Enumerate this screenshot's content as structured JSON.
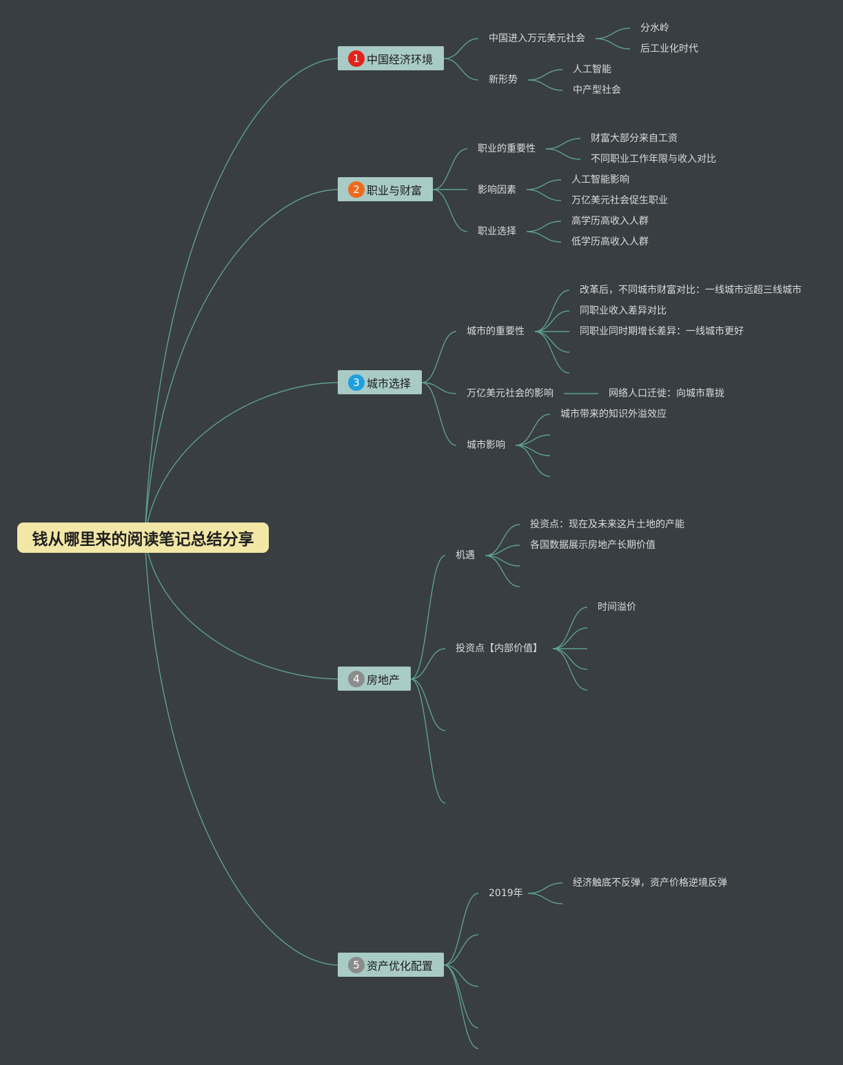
{
  "root": {
    "label": "钱从哪里来的阅读笔记总结分享"
  },
  "branches": [
    {
      "number": "1",
      "label": "中国经济环境",
      "badge_color": "#e2231a",
      "children": [
        {
          "label": "中国进入万元美元社会",
          "children": [
            "分水岭",
            "后工业化时代"
          ]
        },
        {
          "label": "新形势",
          "children": [
            "人工智能",
            "中产型社会"
          ]
        }
      ]
    },
    {
      "number": "2",
      "label": "职业与财富",
      "badge_color": "#ee6a1c",
      "children": [
        {
          "label": "职业的重要性",
          "children": [
            "财富大部分来自工资",
            "不同职业工作年限与收入对比"
          ]
        },
        {
          "label": "影响因素",
          "children": [
            "人工智能影响",
            "万亿美元社会促生职业"
          ]
        },
        {
          "label": "职业选择",
          "children": [
            "高学历高收入人群",
            "低学历高收入人群"
          ]
        }
      ]
    },
    {
      "number": "3",
      "label": "城市选择",
      "badge_color": "#1e9fe0",
      "children": [
        {
          "label": "城市的重要性",
          "children": [
            "改革后，不同城市财富对比：一线城市远超三线城市",
            "同职业收入差异对比",
            "同职业同时期增长差异：一线城市更好"
          ]
        },
        {
          "label": "万亿美元社会的影响",
          "children": [
            "网络人口迁徙：向城市靠拢"
          ]
        },
        {
          "label": "城市影响",
          "children": [
            "城市带来的知识外溢效应"
          ]
        }
      ]
    },
    {
      "number": "4",
      "label": "房地产",
      "badge_color": "#8c8c8c",
      "children": [
        {
          "label": "机遇",
          "children": [
            "投资点：现在及未来这片土地的产能",
            "各国数据展示房地产长期价值"
          ]
        },
        {
          "label": "投资点【内部价值】",
          "children": [
            "时间溢价"
          ]
        }
      ]
    },
    {
      "number": "5",
      "label": "资产优化配置",
      "badge_color": "#8c8c8c",
      "children": [
        {
          "label": "2019年",
          "children": [
            "经济触底不反弹，资产价格逆境反弹"
          ]
        }
      ]
    }
  ]
}
